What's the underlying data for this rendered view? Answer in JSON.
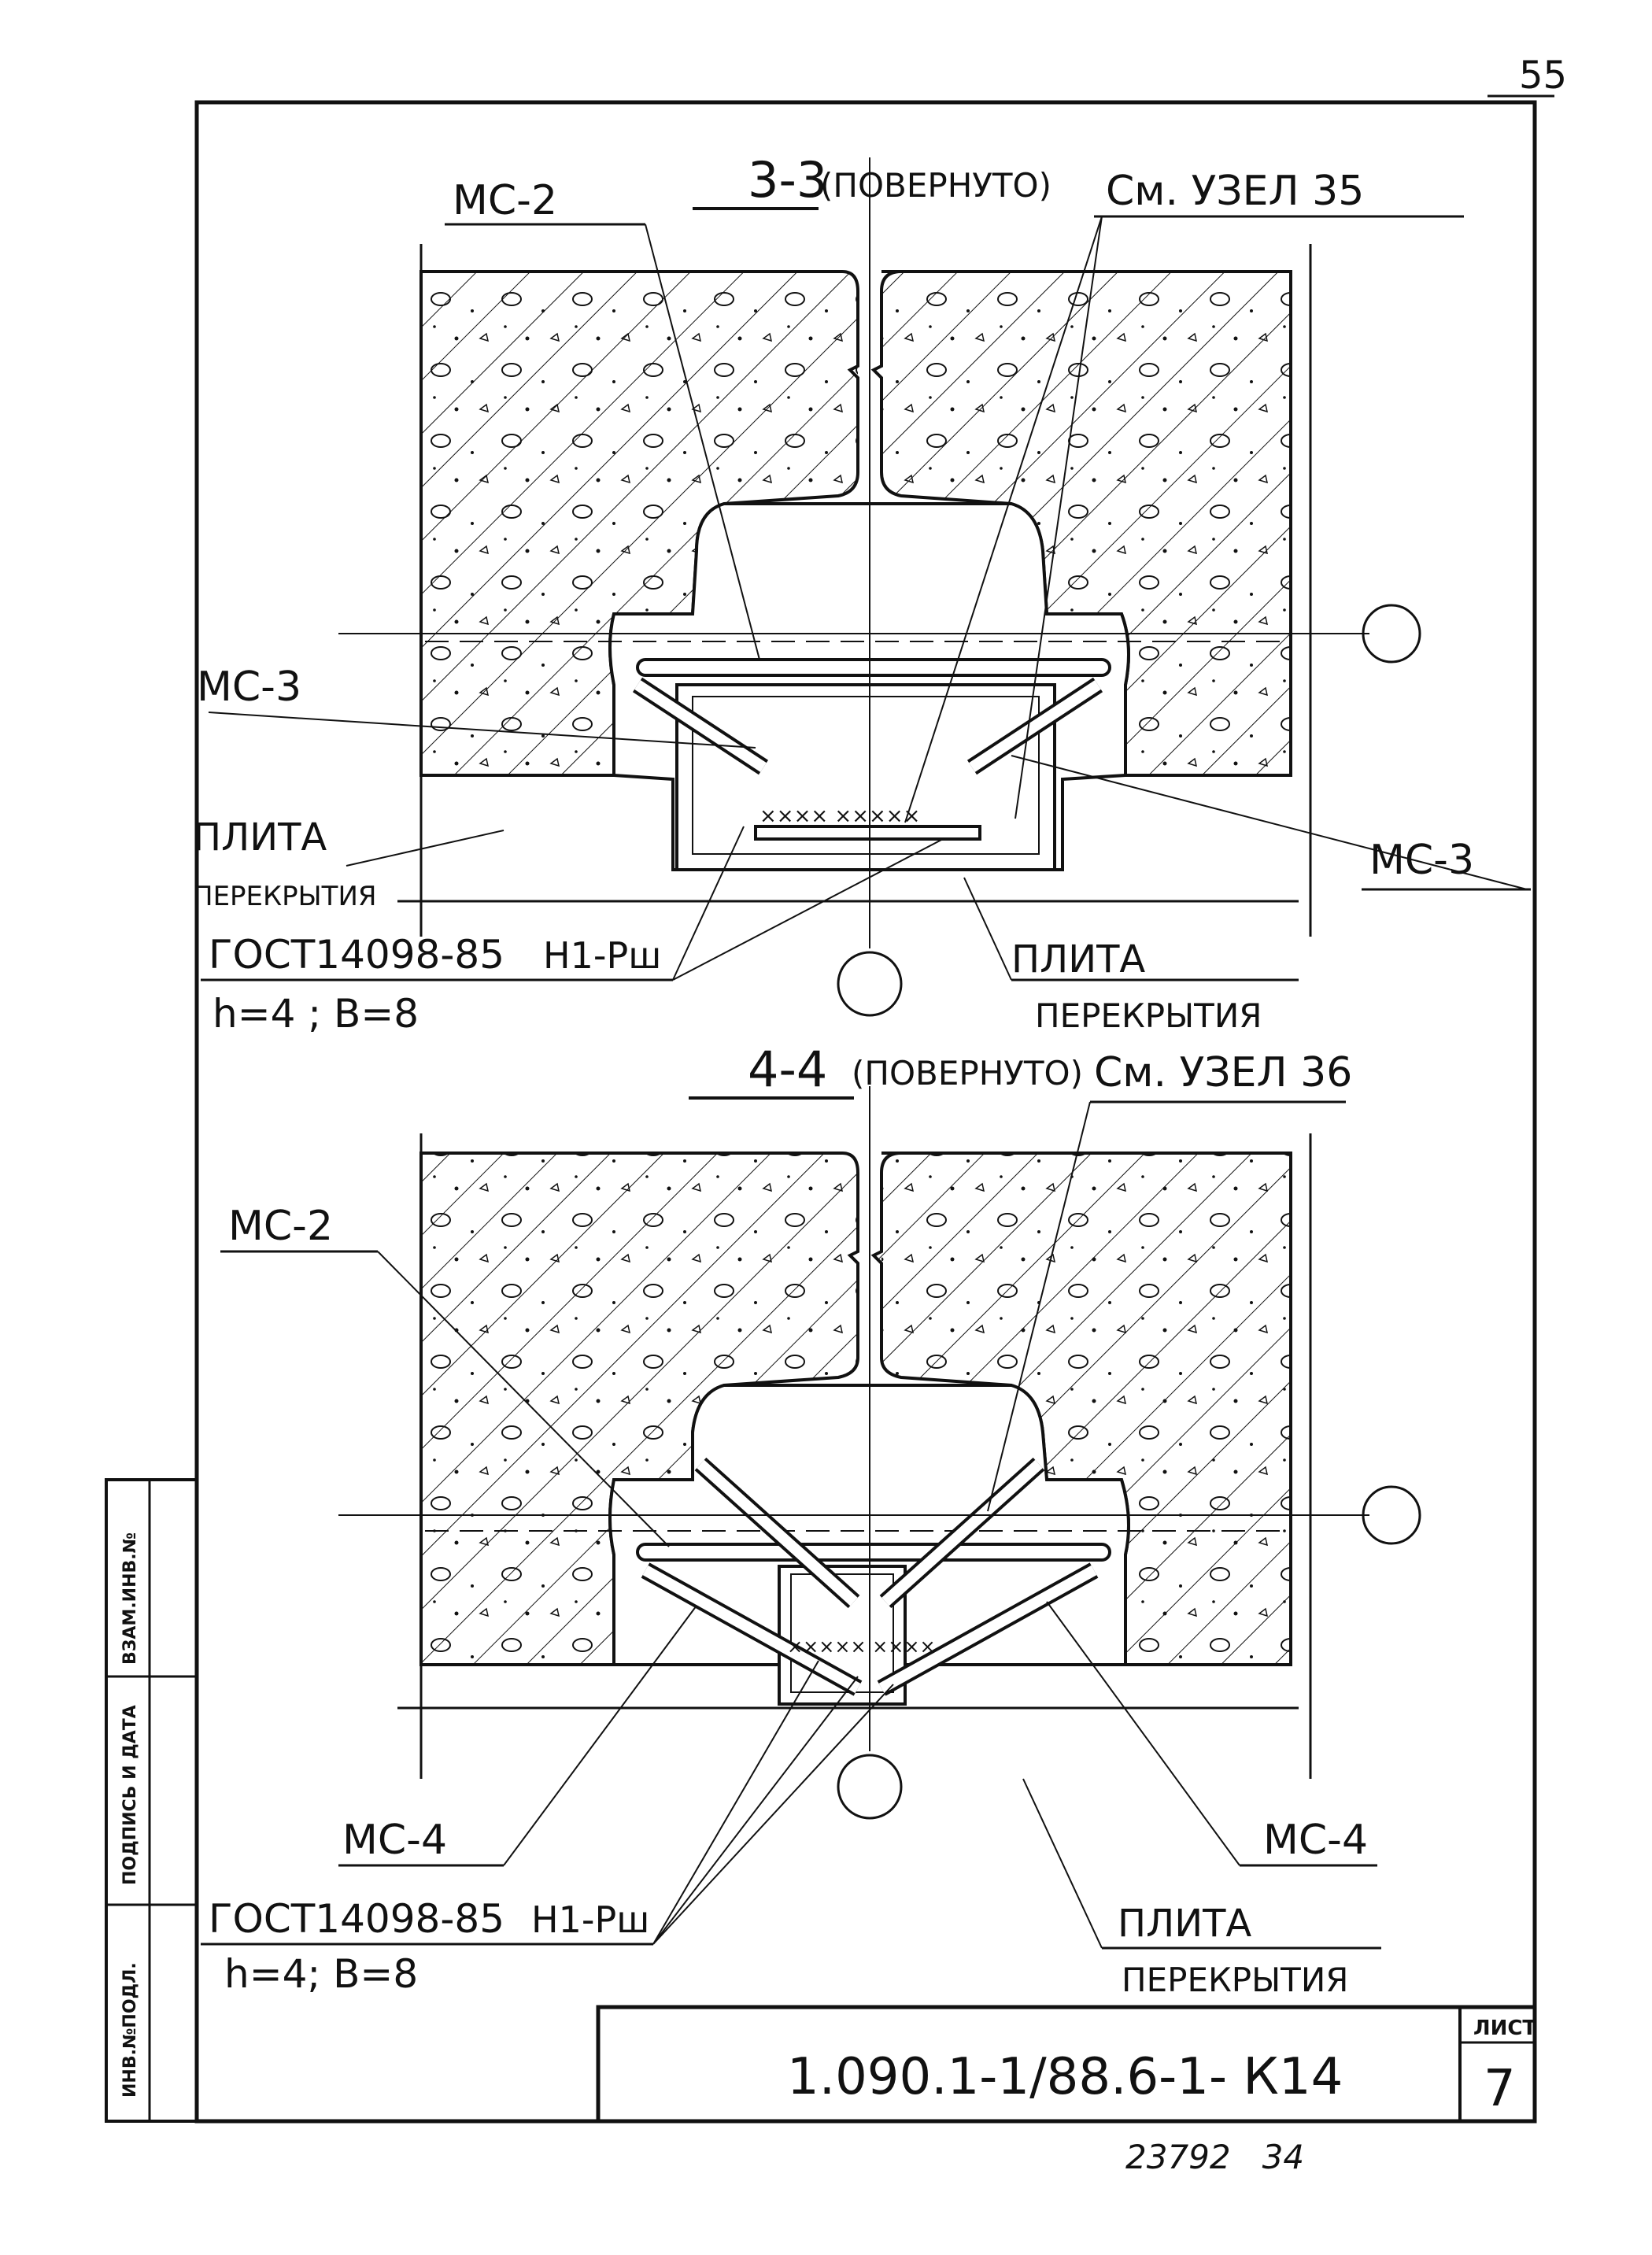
{
  "page_number": "55",
  "sections": [
    {
      "id": "section-3-3",
      "title_number": "3-3",
      "title_note": "(ПОВЕРНУТО)",
      "node_ref": "См. УЗЕЛ 35",
      "labels": {
        "mc2": "МС-2",
        "mc3_left": "МС-3",
        "mc3_right": "МС-3",
        "slab_left_line1": "ПЛИТА",
        "slab_left_line2": "ПЕРЕКРЫТИЯ",
        "gost": "ГОСТ14098-85",
        "gost_params": "h=4 ; В=8",
        "weld": "Н1-Рш",
        "slab_right_line1": "ПЛИТА",
        "slab_right_line2": "ПЕРЕКРЫТИЯ"
      }
    },
    {
      "id": "section-4-4",
      "title_number": "4-4",
      "title_note": "(ПОВЕРНУТО)",
      "node_ref": "См. УЗЕЛ 36",
      "labels": {
        "mc2": "МС-2",
        "mc4_left": "МС-4",
        "mc4_right": "МС-4",
        "gost": "ГОСТ14098-85",
        "gost_params": "h=4; В=8",
        "weld": "Н1-Рш",
        "slab_right_line1": "ПЛИТА",
        "slab_right_line2": "ПЕРЕКРЫТИЯ"
      }
    }
  ],
  "side_stamp": {
    "cell1": "ВЗАМ.ИНВ.№",
    "cell2": "ПОДПИСЬ И ДАТА",
    "cell3": "ИНВ.№ПОДЛ."
  },
  "title_block": {
    "document_code": "1.090.1-1/88.6-1- К14",
    "sheet_label": "ЛИСТ",
    "sheet_number": "7"
  },
  "footer_numbers": "23792   34",
  "colors": {
    "ink": "#111111",
    "paper": "#ffffff"
  }
}
